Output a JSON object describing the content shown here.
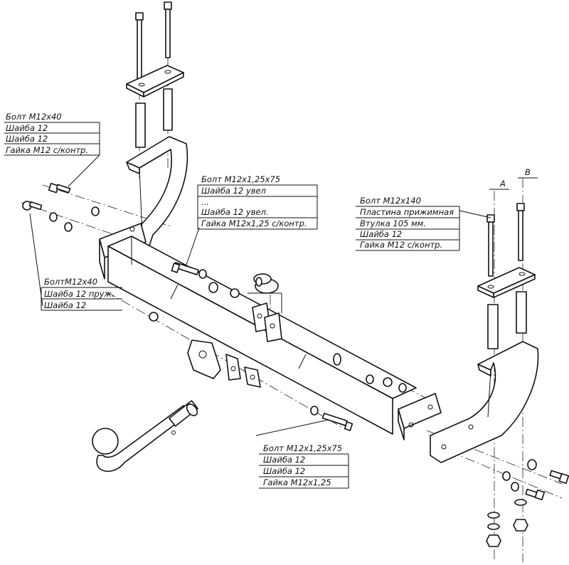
{
  "callouts": {
    "top_left": [
      "Болт М12х40",
      "Шайба 12",
      "Шайба 12",
      "Гайка М12 с/контр."
    ],
    "mid_left": [
      "БолтМ12х40",
      "Шайба 12 пруж.",
      "Шайба 12"
    ],
    "center_top": [
      "Болт М12х1,25х75",
      "Шайба 12 увел",
      "...",
      "Шайба 12 увел.",
      "Гайка М12х1,25 с/контр."
    ],
    "right": [
      "Болт М12х140",
      "Пластина прижимная",
      "Втулка 105 мм.",
      "Шайба 12",
      "Гайка М12 с/контр."
    ],
    "bottom_center": [
      "Болт М12х1,25х75",
      "Шайба 12",
      "Шайба 12",
      "Гайка М12х1,25"
    ]
  },
  "section_markers": {
    "a": "А",
    "b": "В"
  }
}
